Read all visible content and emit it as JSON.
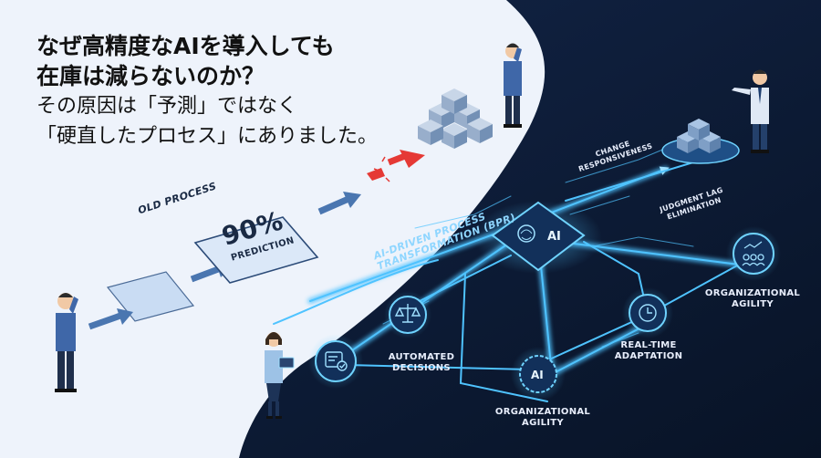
{
  "headline": {
    "line1": "なぜ高精度なAIを導入しても",
    "line2": "在庫は減らないのか？",
    "line3": "その原因は「予測」ではなく",
    "line4": "「硬直したプロセス」にありました。"
  },
  "old_process": {
    "label": "OLD PROCESS",
    "prediction_value": "90%",
    "prediction_label": "PREDICTION"
  },
  "new_process": {
    "label_line1": "AI-DRIVEN PROCESS",
    "label_line2": "TRANSFORMATION (BPR)",
    "center_label": "AI",
    "bottom_hub_label": "AI",
    "change_line1": "CHANGE",
    "change_line2": "RESPONSIVENESS",
    "lag_line1": "JUDGMENT LAG",
    "lag_line2": "ELIMINATION",
    "automated_line1": "AUTOMATED",
    "automated_line2": "DECISIONS",
    "orgagility_bottom_line1": "ORGANIZATIONAL",
    "orgagility_bottom_line2": "AGILITY",
    "realtime_line1": "REAL-TIME",
    "realtime_line2": "ADAPTATION",
    "orgagility_right_line1": "ORGANIZATIONAL",
    "orgagility_right_line2": "AGILITY"
  },
  "colors": {
    "dark_bg": "#0d1b33",
    "light_bg": "#eef3fb",
    "glow": "#4fc3ff",
    "node_fill": "#12305a",
    "alert_red": "#e53935"
  }
}
